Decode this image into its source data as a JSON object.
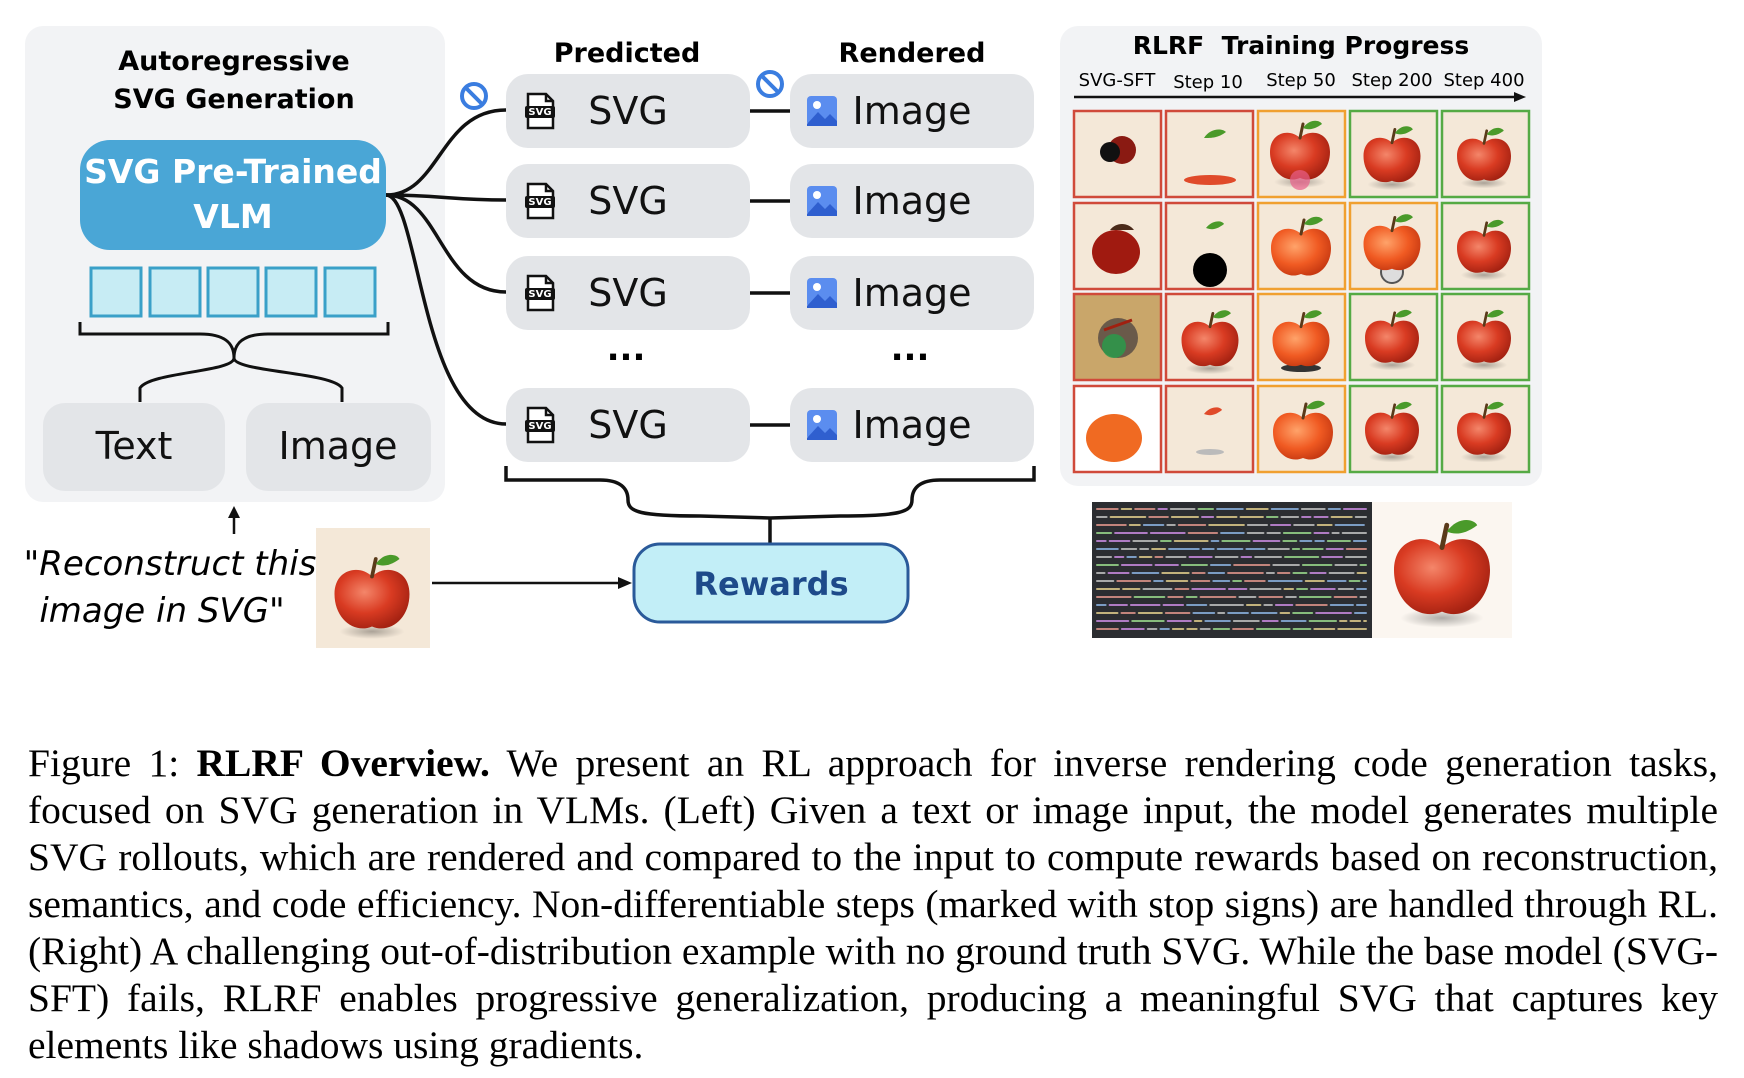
{
  "left_panel": {
    "title_line1": "Autoregressive",
    "title_line2": "SVG Generation",
    "model_line1": "SVG Pre-Trained",
    "model_line2": "VLM",
    "input_text": "Text",
    "input_image": "Image",
    "prompt_line1": "\"Reconstruct this",
    "prompt_line2": "image in SVG\""
  },
  "middle": {
    "predicted_header": "Predicted",
    "rendered_header": "Rendered",
    "svg_label": "SVG",
    "image_label": "Image",
    "file_icon_tag": "SVG",
    "ellipsis": "...",
    "rewards_label": "Rewards"
  },
  "progress": {
    "title": "RLRF  Training Progress",
    "columns": [
      "SVG-SFT",
      "Step 10",
      "Step 50",
      "Step 200",
      "Step 400"
    ]
  },
  "caption": {
    "label": "Figure 1:",
    "bold": "RLRF Overview.",
    "text": "We present an RL approach for inverse rendering code generation tasks, focused on SVG generation in VLMs. (Left) Given a text or image input, the model generates multiple SVG rollouts, which are rendered and compared to the input to compute rewards based on reconstruction, semantics, and code efficiency. Non-differentiable steps (marked with stop signs) are handled through RL. (Right) A challenging out-of-distribution example with no ground truth SVG. While the base model (SVG-SFT) fails, RLRF enables progressive generalization, producing a meaningful SVG that captures key elements like shadows using gradients."
  },
  "colors": {
    "vlm_blue": "#4aa6d6",
    "token_fill": "#c7ecf4",
    "reward_fill": "#c2eef7",
    "reward_border": "#2a5a9a",
    "panel_gray": "#f2f3f5",
    "pill_gray": "#e3e5e8",
    "grid_red": "#d04a3a",
    "grid_orange": "#f0a030",
    "grid_green": "#55aa44",
    "stop_blue": "#3a7de0"
  }
}
